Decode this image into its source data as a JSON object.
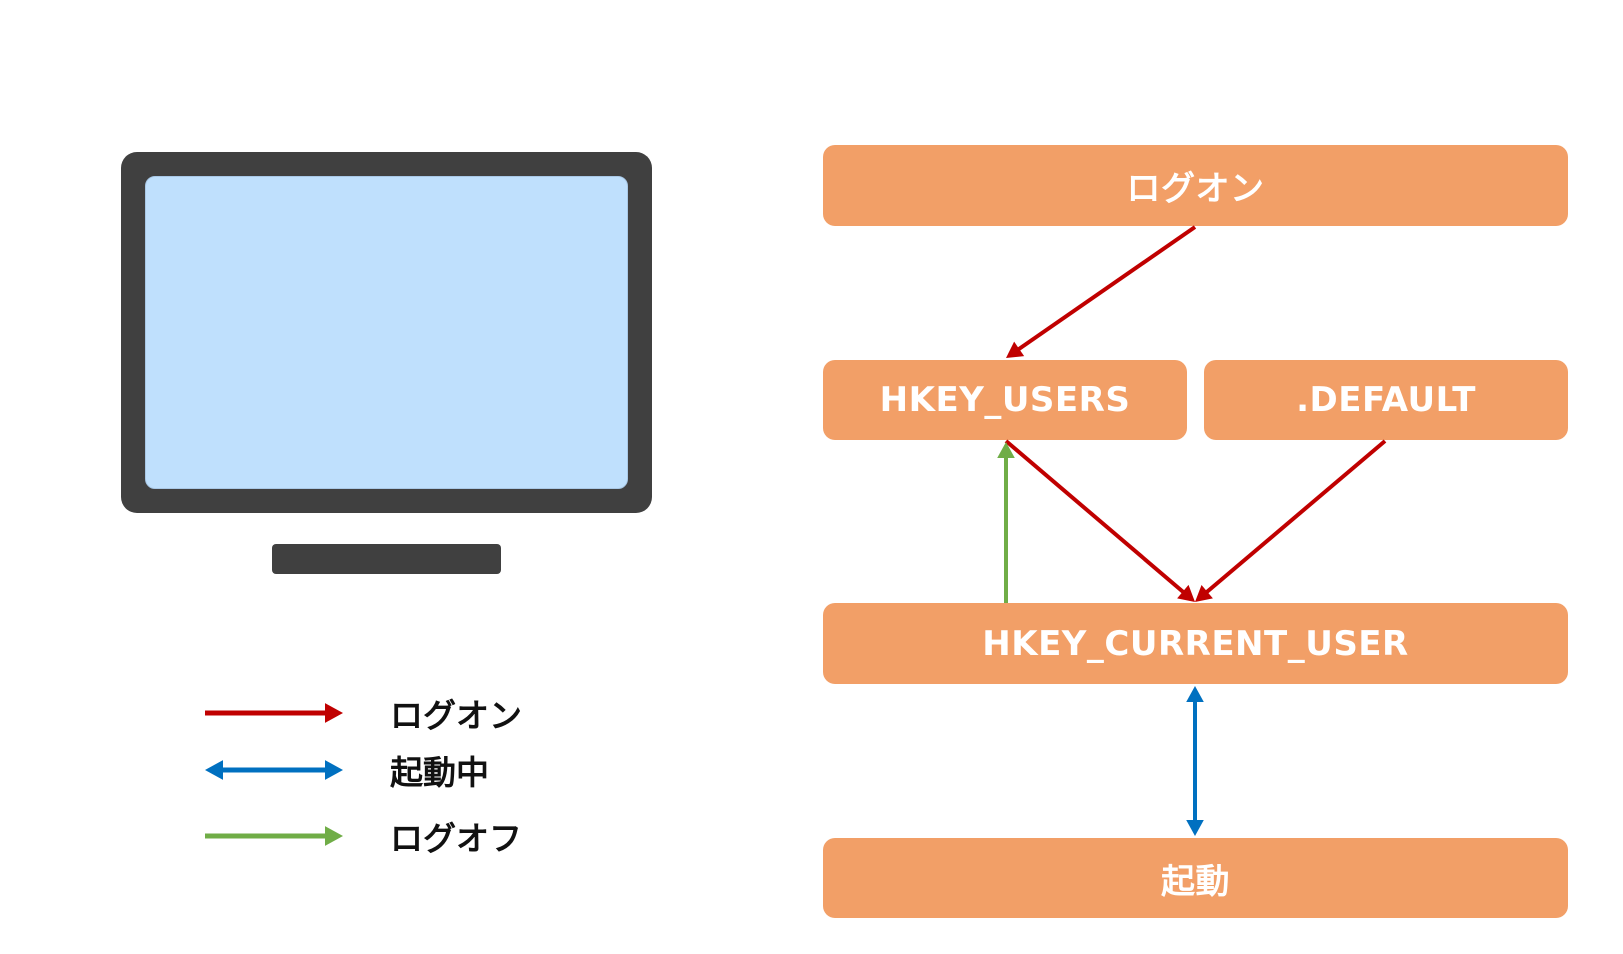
{
  "colors": {
    "node_fill": "#f29f67",
    "node_text": "#ffffff",
    "logon": "#c00000",
    "running": "#0070c0",
    "logoff": "#70ad47",
    "monitor_frame": "#404040",
    "monitor_screen": "#bfe0fd"
  },
  "nodes": {
    "logon": "ログオン",
    "hkey_users": "HKEY_USERS",
    "default": ".DEFAULT",
    "hkcu": "HKEY_CURRENT_USER",
    "startup": "起動"
  },
  "edges": [
    {
      "from": "logon",
      "to": "hkey_users",
      "type": "logon"
    },
    {
      "from": "hkey_users",
      "to": "hkcu",
      "type": "logon"
    },
    {
      "from": "default",
      "to": "hkcu",
      "type": "logon"
    },
    {
      "from": "hkcu",
      "to": "hkey_users",
      "type": "logoff"
    },
    {
      "from": "hkcu",
      "to": "startup",
      "type": "running",
      "bidirectional": true
    }
  ],
  "legend": [
    {
      "type": "logon",
      "label": "ログオン",
      "bidirectional": false
    },
    {
      "type": "running",
      "label": "起動中",
      "bidirectional": true
    },
    {
      "type": "logoff",
      "label": "ログオフ",
      "bidirectional": false
    }
  ]
}
